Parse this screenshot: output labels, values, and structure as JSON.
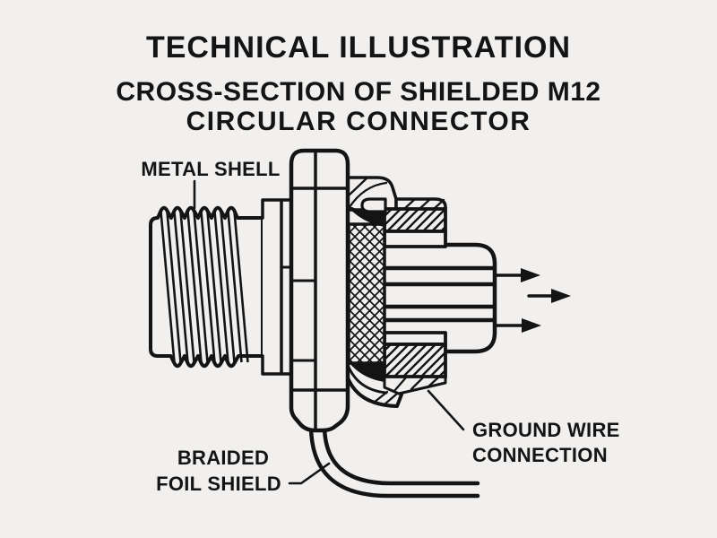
{
  "header": {
    "title": "TECHNICAL ILLUSTRATION",
    "subtitle_line1": "CROSS-SECTION OF SHIELDED M12",
    "subtitle_line2": "CIRCULAR CONNECTOR"
  },
  "labels": {
    "metal_shell": "METAL SHELL",
    "braided_foil_shield_line1": "BRAIDED",
    "braided_foil_shield_line2": "FOIL SHIELD",
    "ground_wire_line1": "GROUND WIRE",
    "ground_wire_line2": "CONNECTION"
  },
  "figure": {
    "pin_arrow_count": 3,
    "thread_crest_count": 6
  },
  "colors": {
    "background": "#f1f0ee",
    "ink": "#141414"
  }
}
